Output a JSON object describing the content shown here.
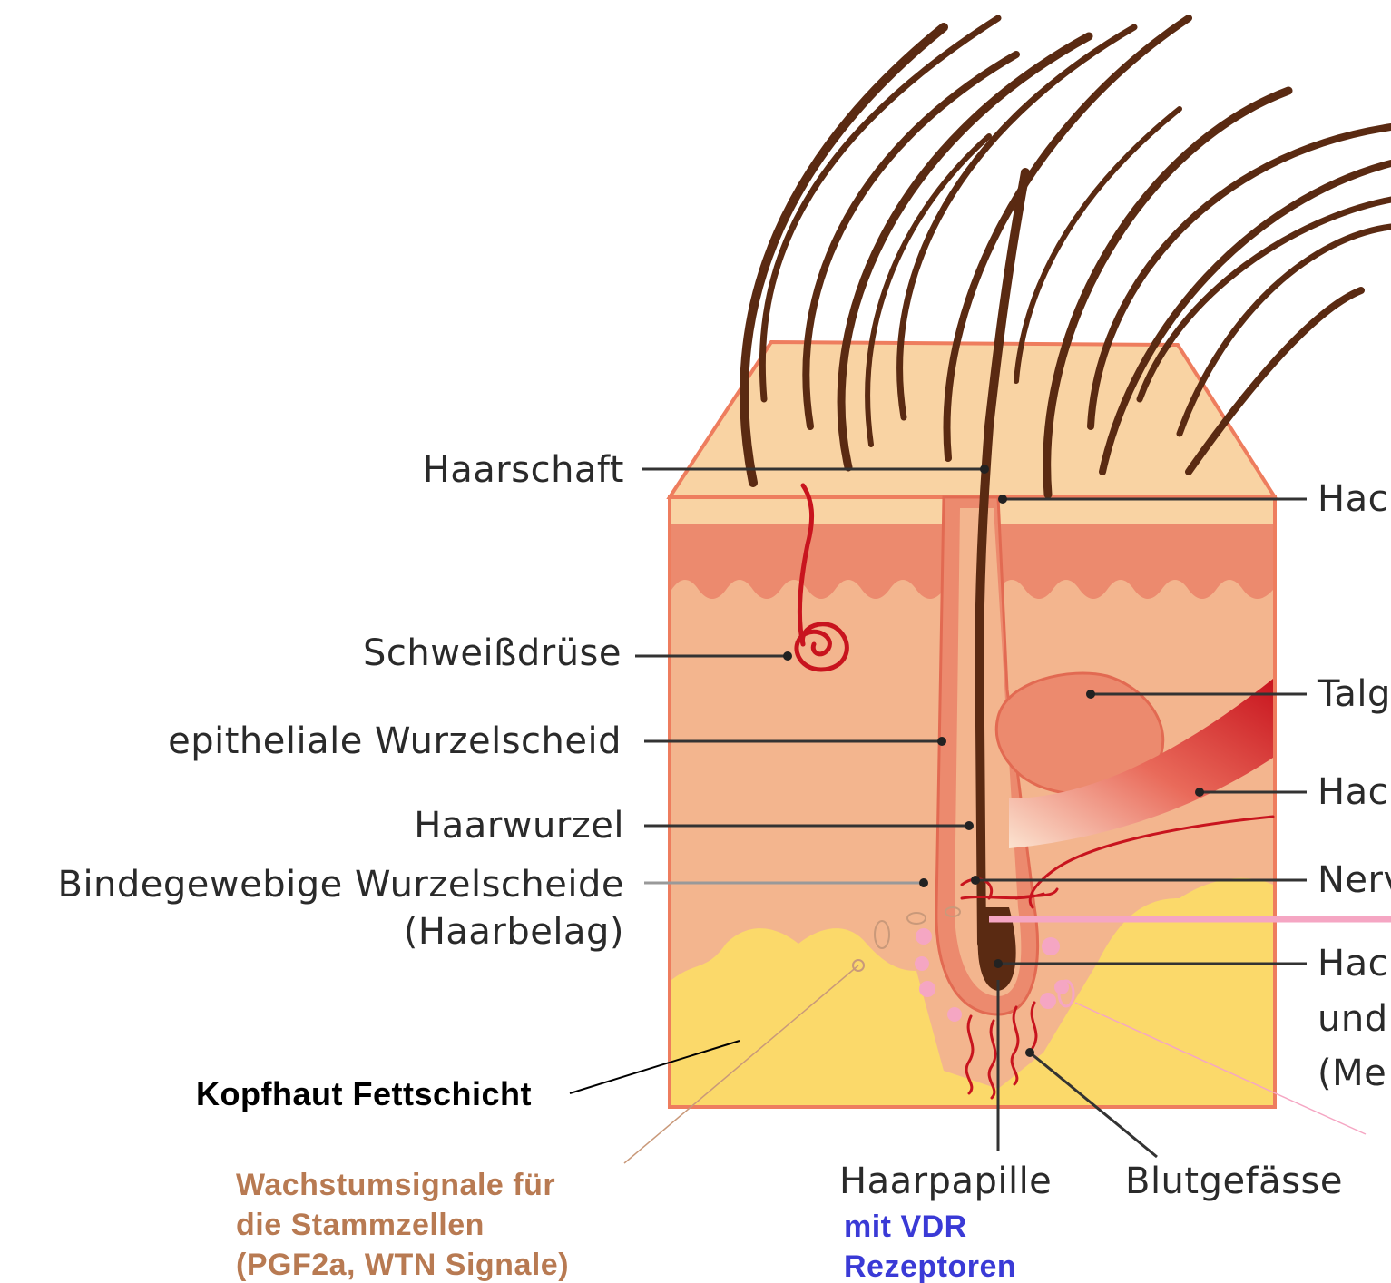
{
  "labels": {
    "haarschaft": "Haarschaft",
    "schweissdruese": "Schweißdrüse",
    "epitheliale": "epitheliale Wurzelscheid",
    "haarwurzel": "Haarwurzel",
    "bindegewebige": "Bindegewebige Wurzelscheide",
    "haarbelag": "(Haarbelag)",
    "kopfhaut": "Kopfhaut Fettschicht",
    "wachstum_1": "Wachstumsignale für",
    "wachstum_2": "die Stammzellen",
    "wachstum_3": "(PGF2a, WTN Signale)",
    "haarpapille": "Haarpapille",
    "vdr_1": "mit VDR",
    "vdr_2": "Rezeptoren",
    "blutgefaesse": "Blutgefässe",
    "right_1": "Hac",
    "right_2": "Talg",
    "right_3": "Hac",
    "right_4": "Nerv",
    "right_5": "Hac",
    "right_6": "und",
    "right_7": "(Me"
  },
  "colors": {
    "hair": "#5a2a12",
    "epidermis_top": "#f9d3a3",
    "dermis_upper": "#ec8a6e",
    "dermis": "#f3b58e",
    "fat": "#fbd96a",
    "vessel": "#c8141e",
    "pink_marker": "#f5a6c3",
    "label_text": "#2a2a2a",
    "orange_text": "#b87a52",
    "blue_text": "#3a3ad6"
  }
}
